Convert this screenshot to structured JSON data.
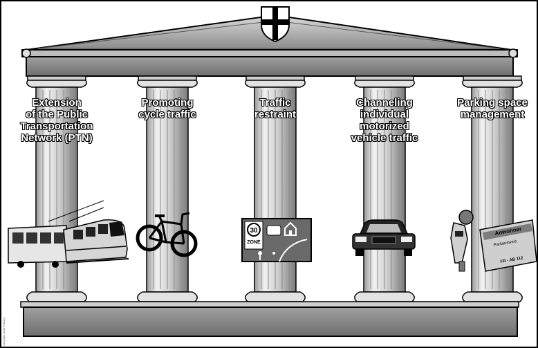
{
  "pillars": [
    {
      "id": "ptn",
      "label": "Extension\nof the Public\nTransportation\nNetwork (PTN)",
      "icon": "tram-bus-icon"
    },
    {
      "id": "cycle",
      "label": "Promoting\ncycle traffic",
      "icon": "bicycle-icon"
    },
    {
      "id": "restraint",
      "label": "Traffic\nrestraint",
      "icon": "traffic-calming-sign-icon"
    },
    {
      "id": "motor",
      "label": "Channeling\nindividual\nmotorized\nvehicle traffic",
      "icon": "car-icon"
    },
    {
      "id": "parking",
      "label": "Parking space\nmanagement",
      "icon": "parking-meter-permit-icon"
    }
  ],
  "sign_text": {
    "speed": "30",
    "zone": "ZONE"
  },
  "permit_text": {
    "title": "Anwohner",
    "line": "Parkausweis",
    "plate": "FR - AB 112"
  },
  "side_credit": "copyright stadt freiburg",
  "colors": {
    "frame": "#000000",
    "pediment": "#9a9a9a",
    "base": "#8c8c8c",
    "column": "#d8d8d8"
  }
}
